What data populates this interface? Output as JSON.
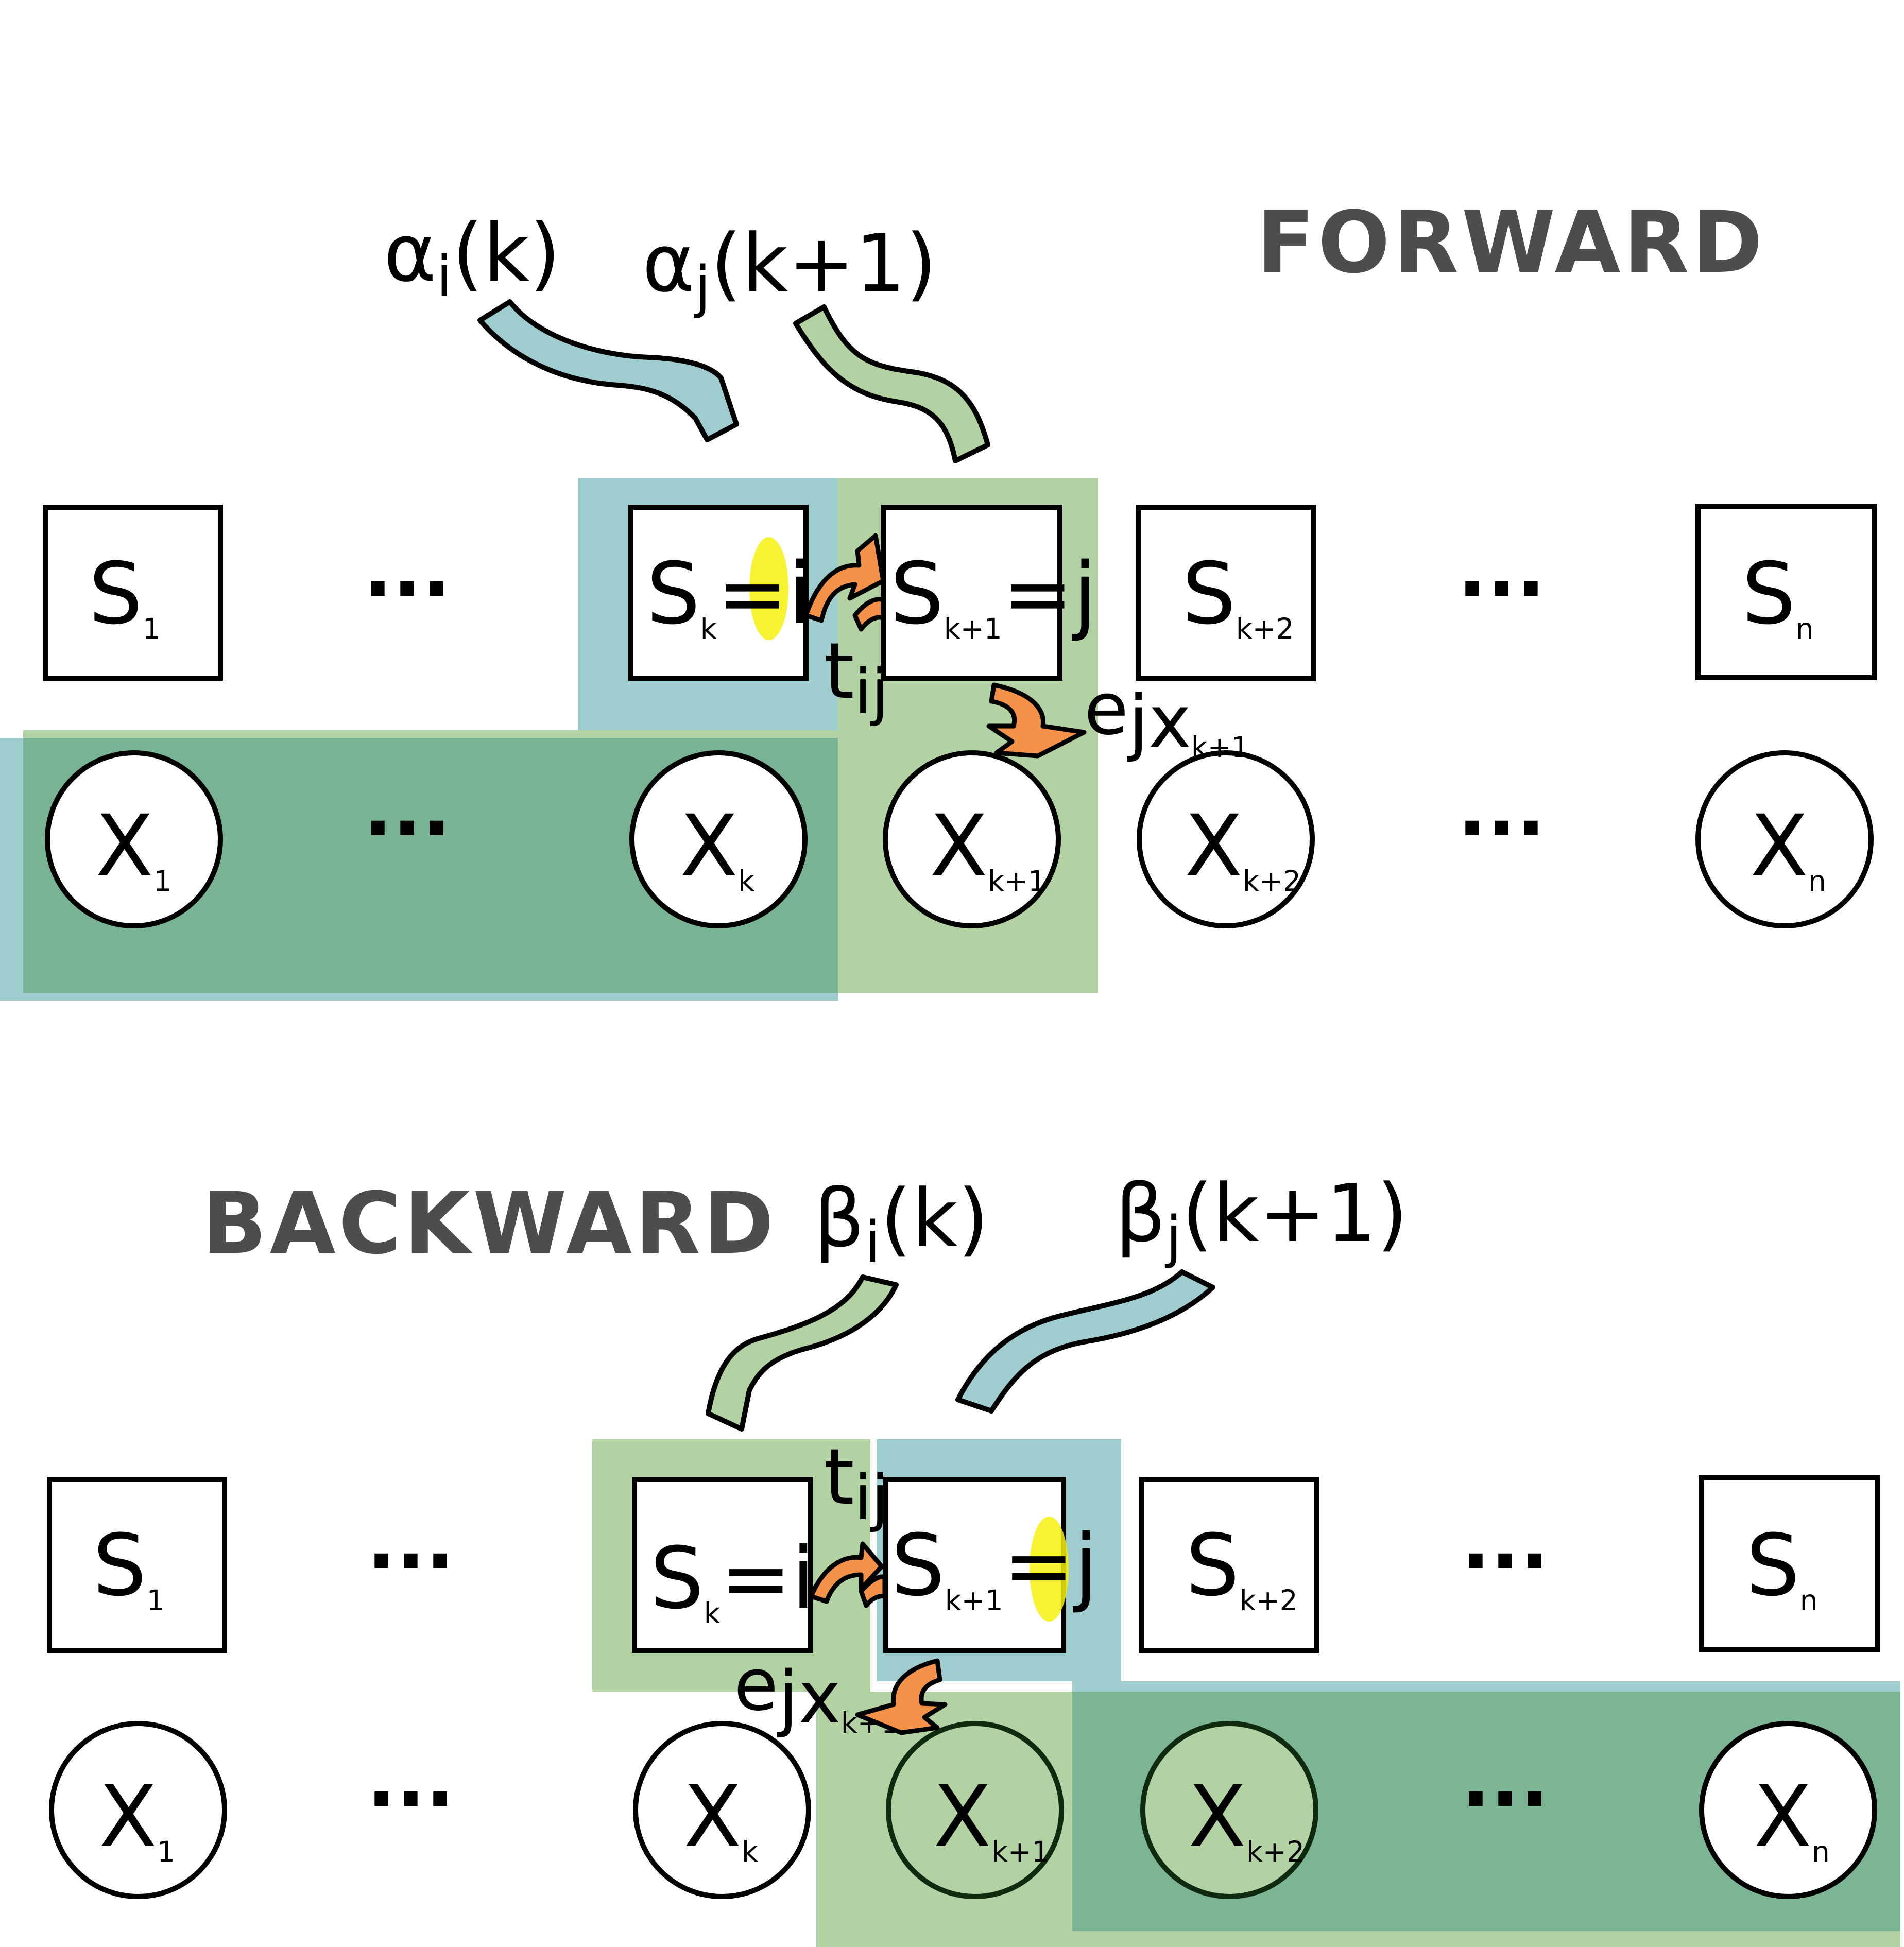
{
  "colors": {
    "blue_region": "#9fcdcf",
    "green_region": "#b3d2a4",
    "overlap_region": "#78b394",
    "highlight": "#f5f10e",
    "arrow": "#f4924a",
    "heading": "#4d4d4d"
  },
  "forward": {
    "heading": "FORWARD",
    "alpha_i": {
      "sym": "α",
      "sub": "i",
      "arg": "(k)"
    },
    "alpha_j": {
      "sym": "α",
      "sub": "j",
      "arg": "(k+1)"
    },
    "transition": {
      "base": "t",
      "sub": "ij"
    },
    "emission": {
      "base": "e",
      "sub": "jx",
      "subsub": "k+1"
    },
    "dots": "···",
    "states": [
      {
        "main": "S",
        "sub": "1",
        "suffix": ""
      },
      {
        "main": "S",
        "sub": "k",
        "suffix": "=i"
      },
      {
        "main": "S",
        "sub": "k+1",
        "suffix": "=j"
      },
      {
        "main": "S",
        "sub": "k+2",
        "suffix": ""
      },
      {
        "main": "S",
        "sub": "n",
        "suffix": ""
      }
    ],
    "observations": [
      {
        "main": "X",
        "sub": "1"
      },
      {
        "main": "X",
        "sub": "k"
      },
      {
        "main": "X",
        "sub": "k+1"
      },
      {
        "main": "X",
        "sub": "k+2"
      },
      {
        "main": "X",
        "sub": "n"
      }
    ]
  },
  "backward": {
    "heading": "BACKWARD",
    "beta_i": {
      "sym": "β",
      "sub": "i",
      "arg": "(k)"
    },
    "beta_j": {
      "sym": "β",
      "sub": "j",
      "arg": "(k+1)"
    },
    "transition": {
      "base": "t",
      "sub": "ij"
    },
    "emission": {
      "base": "e",
      "sub": "jx",
      "subsub": "k+1"
    },
    "dots": "···",
    "states": [
      {
        "main": "S",
        "sub": "1",
        "suffix": ""
      },
      {
        "main": "S",
        "sub": "k",
        "suffix": "=i"
      },
      {
        "main": "S",
        "sub": "k+1",
        "suffix": "=j"
      },
      {
        "main": "S",
        "sub": "k+2",
        "suffix": ""
      },
      {
        "main": "S",
        "sub": "n",
        "suffix": ""
      }
    ],
    "observations": [
      {
        "main": "X",
        "sub": "1"
      },
      {
        "main": "X",
        "sub": "k"
      },
      {
        "main": "X",
        "sub": "k+1"
      },
      {
        "main": "X",
        "sub": "k+2"
      },
      {
        "main": "X",
        "sub": "n"
      }
    ]
  }
}
